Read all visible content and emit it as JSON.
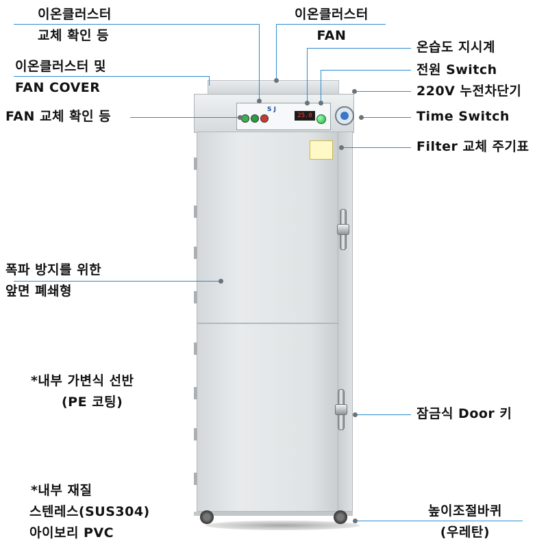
{
  "labels": {
    "ion_cluster_lamp": [
      "이온클러스터",
      "교체 확인 등"
    ],
    "ion_cluster_fan": [
      "이온클러스터",
      "FAN"
    ],
    "ion_cluster_cover": [
      "이온클러스터 및",
      "FAN COVER"
    ],
    "temp_humidity_meter": "온습도 지시계",
    "power_switch": "전원 Switch",
    "breaker": "220V 누전차단기",
    "fan_replace_lamp": "FAN 교체 확인 등",
    "time_switch": "Time Switch",
    "filter_schedule": "Filter 교체 주기표",
    "sealed_front": [
      "폭파 방지를 위한",
      "앞면 폐쇄형"
    ],
    "shelf": [
      "*내부 가변식 선반",
      "(PE 코팅)"
    ],
    "door_lock": "잠금식 Door 키",
    "material": [
      "*내부 재질",
      "스텐레스(SUS304)",
      "아이보리 PVC"
    ],
    "casters": [
      "높이조절바퀴",
      "(우레탄)"
    ]
  },
  "panel": {
    "display_value": "25.0",
    "logo_text": "S J"
  },
  "colors": {
    "leader_line": "#2a8bd0",
    "leader_dot": "#6a7378",
    "display_digits": "#ff3a2a",
    "switch_green": "#23a94a"
  }
}
